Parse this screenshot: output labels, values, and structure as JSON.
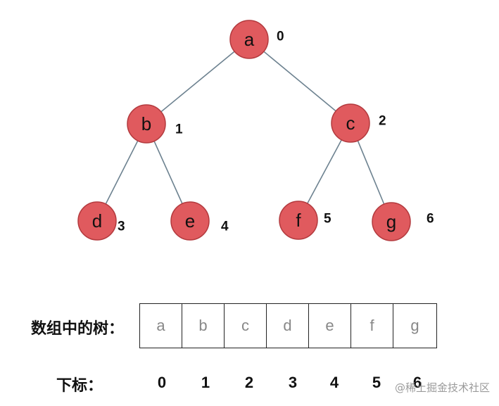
{
  "tree": {
    "nodes": [
      {
        "letter": "a",
        "index": "0"
      },
      {
        "letter": "b",
        "index": "1"
      },
      {
        "letter": "c",
        "index": "2"
      },
      {
        "letter": "d",
        "index": "3"
      },
      {
        "letter": "e",
        "index": "4"
      },
      {
        "letter": "f",
        "index": "5"
      },
      {
        "letter": "g",
        "index": "6"
      }
    ],
    "edges": [
      [
        0,
        1
      ],
      [
        0,
        2
      ],
      [
        1,
        3
      ],
      [
        1,
        4
      ],
      [
        2,
        5
      ],
      [
        2,
        6
      ]
    ]
  },
  "array": {
    "label": "数组中的树：",
    "cells": [
      "a",
      "b",
      "c",
      "d",
      "e",
      "f",
      "g"
    ]
  },
  "indices": {
    "label": "下标：",
    "values": [
      "0",
      "1",
      "2",
      "3",
      "4",
      "5",
      "6"
    ]
  },
  "watermark": "@稀土掘金技术社区",
  "colors": {
    "node_fill": "#e05a5e",
    "edge": "#6d8290",
    "cell_text": "#888888"
  }
}
